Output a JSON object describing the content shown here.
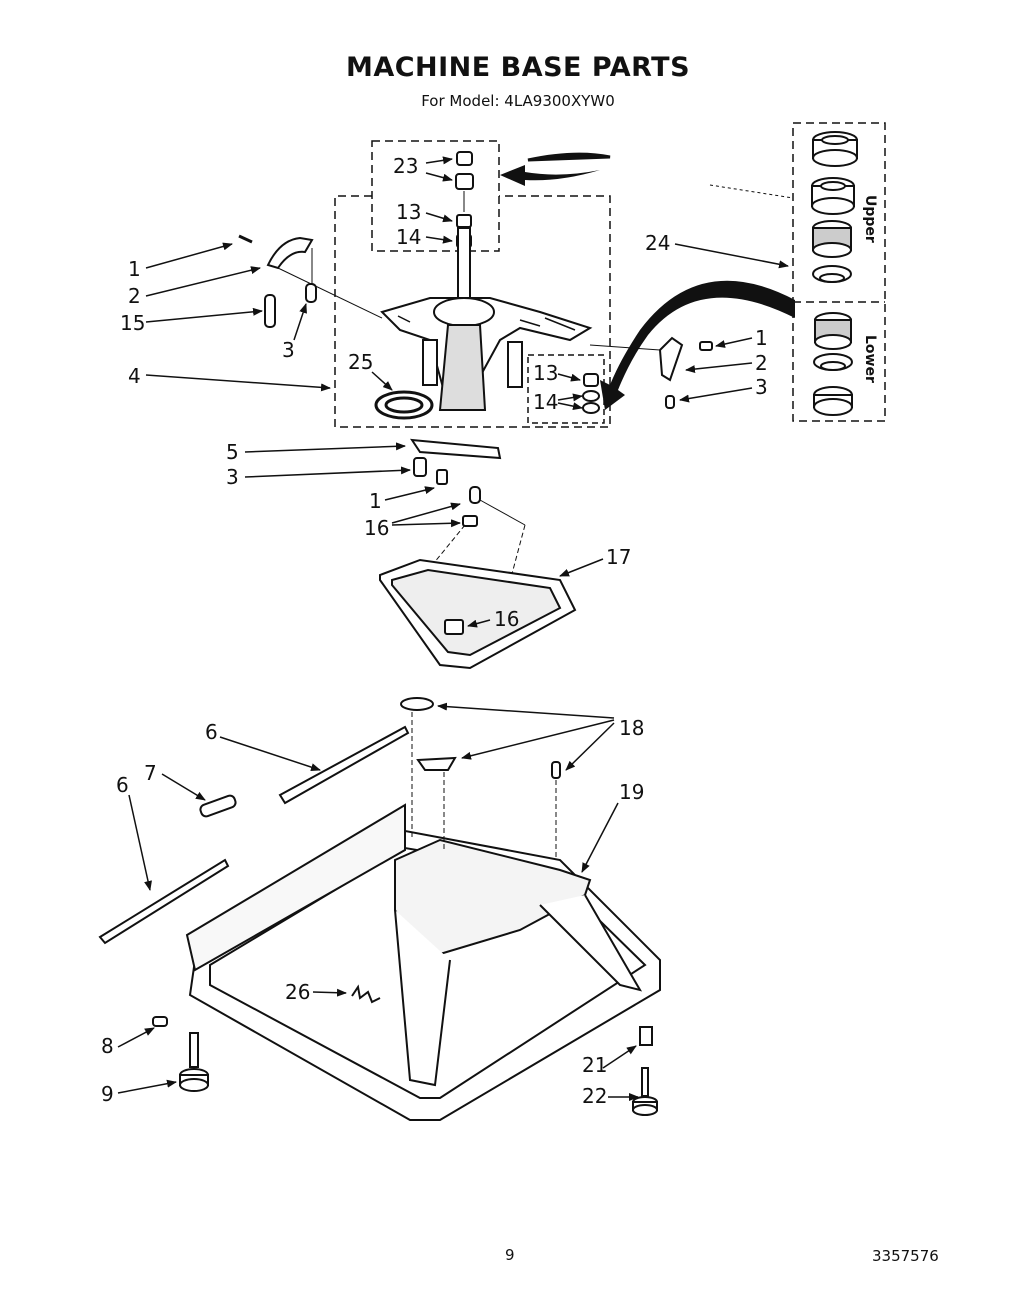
{
  "header": {
    "title": "MACHINE BASE PARTS",
    "model": "For Model: 4LA9300XYW0"
  },
  "footer": {
    "page_number": "9",
    "document_number": "3357576"
  },
  "bearing_kit": {
    "upper_label": "Upper",
    "lower_label": "Lower"
  },
  "callouts": {
    "c1a": "1",
    "c2a": "2",
    "c15": "15",
    "c3a": "3",
    "c4": "4",
    "c25": "25",
    "c23": "23",
    "c13a": "13",
    "c14a": "14",
    "c24": "24",
    "c1b": "1",
    "c2b": "2",
    "c3b": "3",
    "c13b": "13",
    "c14b": "14",
    "c5": "5",
    "c3c": "3",
    "c1c": "1",
    "c16a": "16",
    "c17": "17",
    "c16b": "16",
    "c6a": "6",
    "c7": "7",
    "c6b": "6",
    "c18": "18",
    "c19": "19",
    "c26": "26",
    "c8": "8",
    "c9": "9",
    "c21": "21",
    "c22": "22"
  }
}
